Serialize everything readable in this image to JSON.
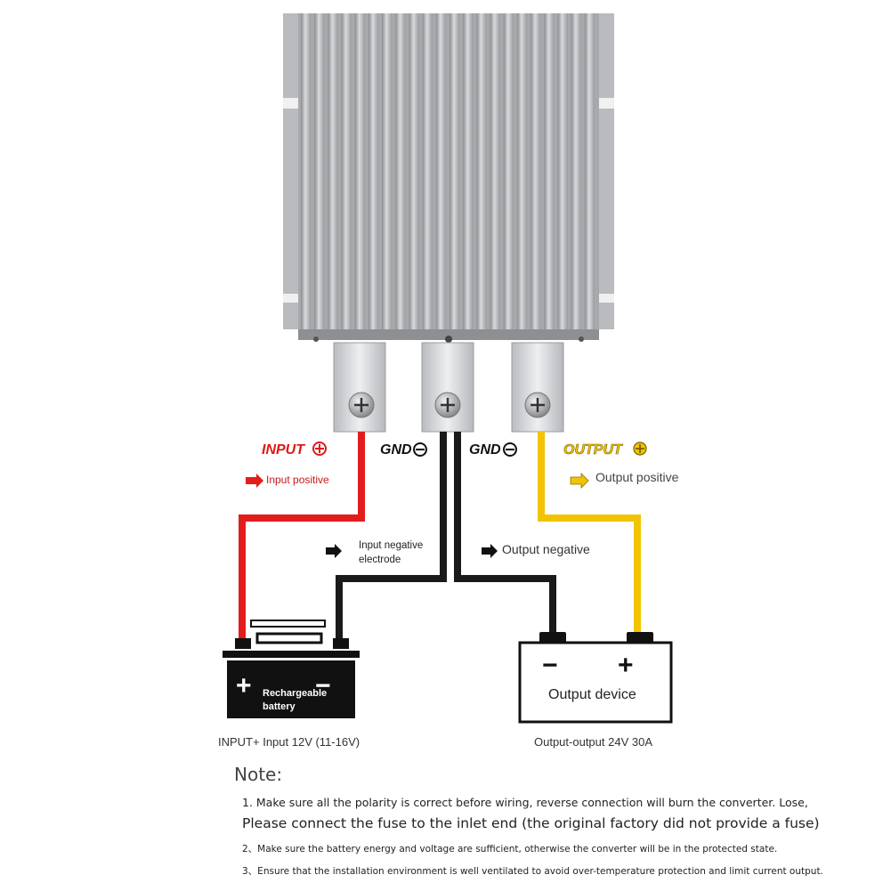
{
  "terminals": {
    "input": "INPUT",
    "gnd_left": "GND",
    "gnd_right": "GND",
    "output": "OUTPUT"
  },
  "wire_labels": {
    "input_positive": "Input positive",
    "input_negative_line1": "Input negative",
    "input_negative_line2": "electrode",
    "output_negative": "Output negative",
    "output_positive": "Output positive"
  },
  "battery": {
    "plus": "+",
    "minus": "−",
    "label_line1": "Rechargeable",
    "label_line2": "battery",
    "caption": "INPUT+ Input 12V (11-16V)"
  },
  "output_device": {
    "minus": "−",
    "plus": "+",
    "label": "Output device",
    "caption": "Output-output 24V 30A"
  },
  "notes": {
    "title": "Note:",
    "line1": "1. Make sure all the polarity is correct before wiring, reverse connection will burn the converter. Lose,",
    "line2": "Please connect the fuse to the inlet end (the original factory did not provide a fuse)",
    "line3": "2、Make sure the battery energy and voltage are sufficient, otherwise the converter will be in the protected state.",
    "line4": "3、Ensure that the installation environment is well ventilated to avoid over-temperature protection and limit current output."
  },
  "colors": {
    "red_wire": "#e21d1d",
    "black_wire": "#1a1a1a",
    "yellow_wire": "#f2c400",
    "input_label": "#e01818",
    "output_label": "#d9ad00"
  }
}
